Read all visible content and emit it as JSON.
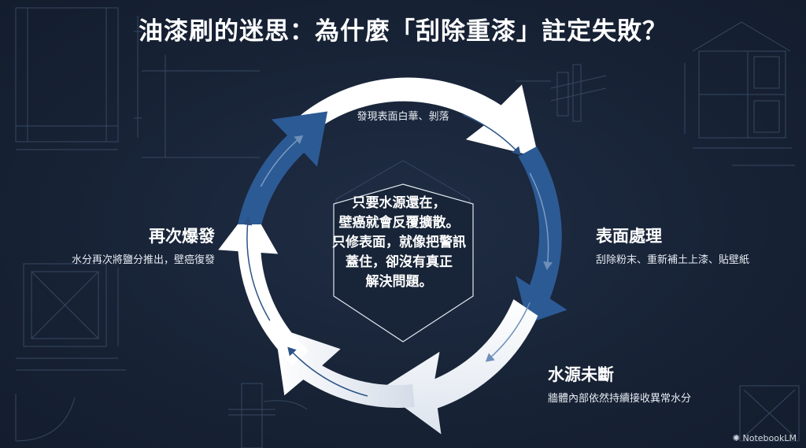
{
  "title": "油漆刷的迷思：為什麼「刮除重漆」註定失敗？",
  "center_text": [
    "只要水源還在，",
    "壁癌就會反覆擴散。",
    "只修表面，就像把警訊",
    "蓋住，卻沒有真正",
    "解決問題。"
  ],
  "stages": [
    {
      "title": "發現壁癌",
      "description": "發現表面白華、剝落"
    },
    {
      "title": "表面處理",
      "description": "刮除粉末、重新補土上漆、貼壁紙"
    },
    {
      "title": "水源未斷",
      "description": "牆體內部依然持續接收異常水分"
    },
    {
      "title": "再次爆發",
      "description": "水分再次將鹽分推出，壁癌復發"
    }
  ],
  "watermark": "NotebookLM",
  "colors": {
    "background": "#172235",
    "arrow_white": "#ffffff",
    "arrow_blue": "#2c5a94",
    "arrow_light": "#d9e1ec",
    "inner_arrow_light": "#6e8fb8",
    "inner_arrow_dark": "#2b5286",
    "blueprint_lines": "#3f516b"
  }
}
